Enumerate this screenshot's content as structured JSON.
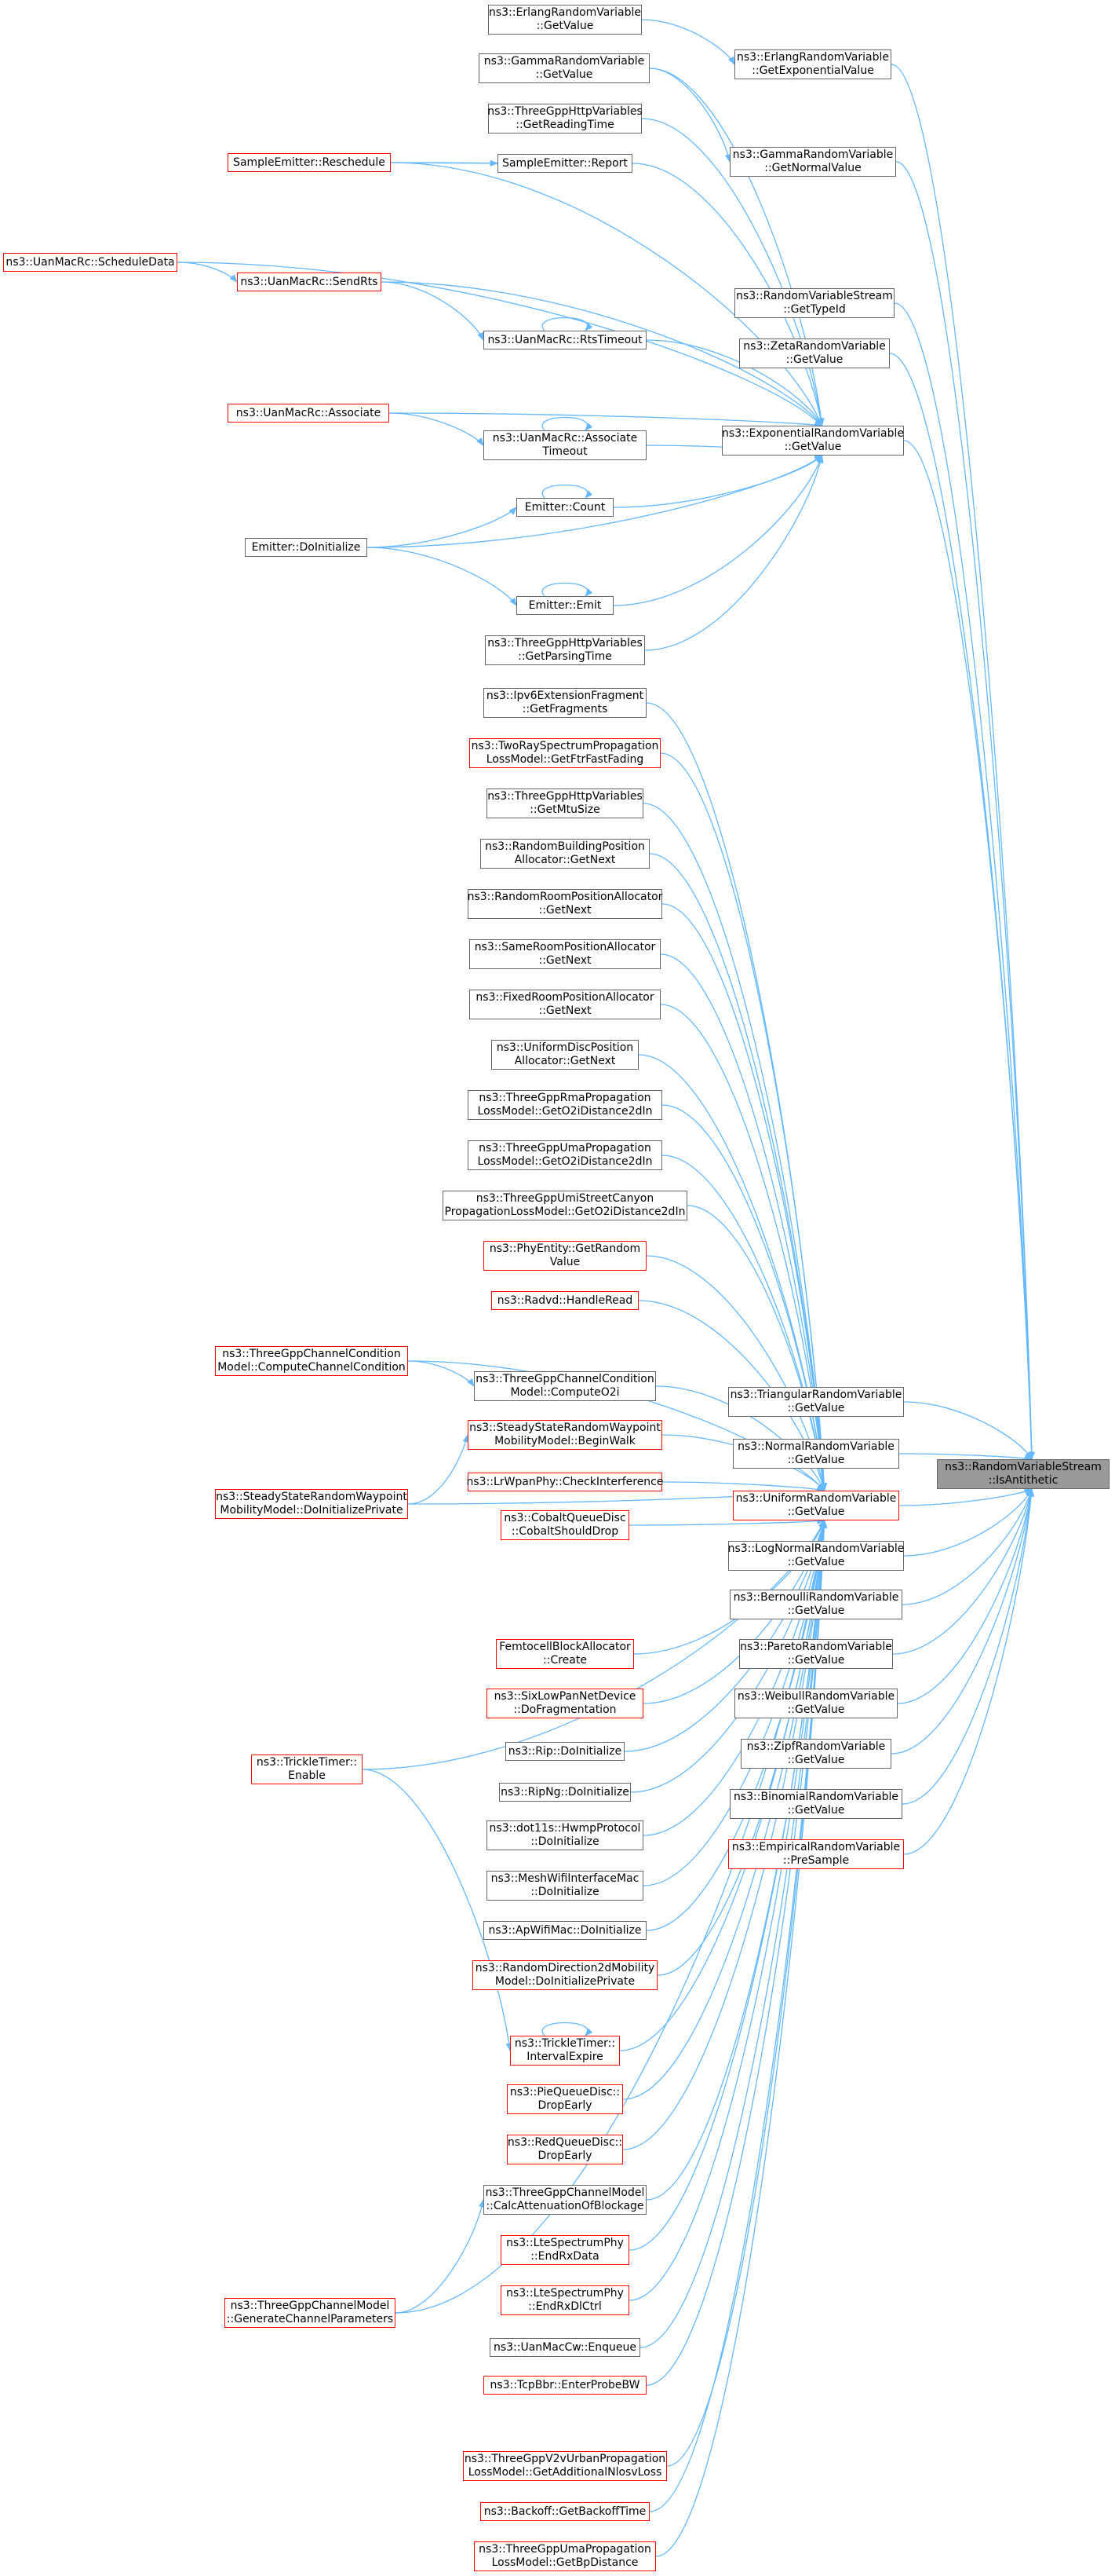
{
  "colors": {
    "edge": "#63b8ff",
    "node_border": "#666666",
    "node_border_red": "#ff0000",
    "root_fill": "#999999"
  },
  "nodes": [
    {
      "id": "root",
      "lines": [
        "ns3::RandomVariableStream",
        "::IsAntithetic"
      ],
      "style": "root"
    },
    {
      "id": "erlang_gv",
      "lines": [
        "ns3::ErlangRandomVariable",
        "::GetValue"
      ],
      "style": "black"
    },
    {
      "id": "erlang_gev",
      "lines": [
        "ns3::ErlangRandomVariable",
        "::GetExponentialValue"
      ],
      "style": "black"
    },
    {
      "id": "gamma_gv",
      "lines": [
        "ns3::GammaRandomVariable",
        "::GetValue"
      ],
      "style": "black"
    },
    {
      "id": "gamma_gnv",
      "lines": [
        "ns3::GammaRandomVariable",
        "::GetNormalValue"
      ],
      "style": "black"
    },
    {
      "id": "http_reading",
      "lines": [
        "ns3::ThreeGppHttpVariables",
        "::GetReadingTime"
      ],
      "style": "black"
    },
    {
      "id": "se_reschedule",
      "lines": [
        "SampleEmitter::Reschedule"
      ],
      "style": "red"
    },
    {
      "id": "se_report",
      "lines": [
        "SampleEmitter::Report"
      ],
      "style": "black"
    },
    {
      "id": "uan_scheduledata",
      "lines": [
        "ns3::UanMacRc::ScheduleData"
      ],
      "style": "red"
    },
    {
      "id": "uan_sendrts",
      "lines": [
        "ns3::UanMacRc::SendRts"
      ],
      "style": "red"
    },
    {
      "id": "rvs_typeid",
      "lines": [
        "ns3::RandomVariableStream",
        "::GetTypeId"
      ],
      "style": "black"
    },
    {
      "id": "zeta_gv",
      "lines": [
        "ns3::ZetaRandomVariable",
        "::GetValue"
      ],
      "style": "black"
    },
    {
      "id": "uan_rtstimeout",
      "lines": [
        "ns3::UanMacRc::RtsTimeout"
      ],
      "style": "black"
    },
    {
      "id": "uan_associate",
      "lines": [
        "ns3::UanMacRc::Associate"
      ],
      "style": "red"
    },
    {
      "id": "uan_assoc_to",
      "lines": [
        "ns3::UanMacRc::Associate",
        "Timeout"
      ],
      "style": "black"
    },
    {
      "id": "exp_gv",
      "lines": [
        "ns3::ExponentialRandomVariable",
        "::GetValue"
      ],
      "style": "black"
    },
    {
      "id": "emitter_count",
      "lines": [
        "Emitter::Count"
      ],
      "style": "black"
    },
    {
      "id": "emitter_doinit",
      "lines": [
        "Emitter::DoInitialize"
      ],
      "style": "black"
    },
    {
      "id": "emitter_emit",
      "lines": [
        "Emitter::Emit"
      ],
      "style": "black"
    },
    {
      "id": "http_parsing",
      "lines": [
        "ns3::ThreeGppHttpVariables",
        "::GetParsingTime"
      ],
      "style": "black"
    },
    {
      "id": "ipv6_frag",
      "lines": [
        "ns3::Ipv6ExtensionFragment",
        "::GetFragments"
      ],
      "style": "black"
    },
    {
      "id": "tworay",
      "lines": [
        "ns3::TwoRaySpectrumPropagation",
        "LossModel::GetFtrFastFading"
      ],
      "style": "red"
    },
    {
      "id": "http_mtu",
      "lines": [
        "ns3::ThreeGppHttpVariables",
        "::GetMtuSize"
      ],
      "style": "black"
    },
    {
      "id": "rand_bldg",
      "lines": [
        "ns3::RandomBuildingPosition",
        "Allocator::GetNext"
      ],
      "style": "black"
    },
    {
      "id": "rand_room",
      "lines": [
        "ns3::RandomRoomPositionAllocator",
        "::GetNext"
      ],
      "style": "black"
    },
    {
      "id": "same_room",
      "lines": [
        "ns3::SameRoomPositionAllocator",
        "::GetNext"
      ],
      "style": "black"
    },
    {
      "id": "fixed_room",
      "lines": [
        "ns3::FixedRoomPositionAllocator",
        "::GetNext"
      ],
      "style": "black"
    },
    {
      "id": "uniform_disc",
      "lines": [
        "ns3::UniformDiscPosition",
        "Allocator::GetNext"
      ],
      "style": "black"
    },
    {
      "id": "rma_o2i",
      "lines": [
        "ns3::ThreeGppRmaPropagation",
        "LossModel::GetO2iDistance2dIn"
      ],
      "style": "black"
    },
    {
      "id": "uma_o2i",
      "lines": [
        "ns3::ThreeGppUmaPropagation",
        "LossModel::GetO2iDistance2dIn"
      ],
      "style": "black"
    },
    {
      "id": "umi_o2i",
      "lines": [
        "ns3::ThreeGppUmiStreetCanyon",
        "PropagationLossModel::GetO2iDistance2dIn"
      ],
      "style": "black"
    },
    {
      "id": "phy_random",
      "lines": [
        "ns3::PhyEntity::GetRandom",
        "Value"
      ],
      "style": "red"
    },
    {
      "id": "radvd",
      "lines": [
        "ns3::Radvd::HandleRead"
      ],
      "style": "red"
    },
    {
      "id": "chan_cond_compute",
      "lines": [
        "ns3::ThreeGppChannelCondition",
        "Model::ComputeChannelCondition"
      ],
      "style": "red"
    },
    {
      "id": "chan_cond_o2i",
      "lines": [
        "ns3::ThreeGppChannelCondition",
        "Model::ComputeO2i"
      ],
      "style": "black"
    },
    {
      "id": "tri_gv",
      "lines": [
        "ns3::TriangularRandomVariable",
        "::GetValue"
      ],
      "style": "black"
    },
    {
      "id": "normal_gv",
      "lines": [
        "ns3::NormalRandomVariable",
        "::GetValue"
      ],
      "style": "black"
    },
    {
      "id": "ssrw_beginwalk",
      "lines": [
        "ns3::SteadyStateRandomWaypoint",
        "MobilityModel::BeginWalk"
      ],
      "style": "red"
    },
    {
      "id": "ssrw_doinit",
      "lines": [
        "ns3::SteadyStateRandomWaypoint",
        "MobilityModel::DoInitializePrivate"
      ],
      "style": "red"
    },
    {
      "id": "lrwpan",
      "lines": [
        "ns3::LrWpanPhy::CheckInterference"
      ],
      "style": "red"
    },
    {
      "id": "uniform_gv",
      "lines": [
        "ns3::UniformRandomVariable",
        "::GetValue"
      ],
      "style": "red"
    },
    {
      "id": "cobalt",
      "lines": [
        "ns3::CobaltQueueDisc",
        "::CobaltShouldDrop"
      ],
      "style": "red"
    },
    {
      "id": "lognormal_gv",
      "lines": [
        "ns3::LogNormalRandomVariable",
        "::GetValue"
      ],
      "style": "black"
    },
    {
      "id": "bernoulli_gv",
      "lines": [
        "ns3::BernoulliRandomVariable",
        "::GetValue"
      ],
      "style": "black"
    },
    {
      "id": "femto",
      "lines": [
        "FemtocellBlockAllocator",
        "::Create"
      ],
      "style": "red"
    },
    {
      "id": "pareto_gv",
      "lines": [
        "ns3::ParetoRandomVariable",
        "::GetValue"
      ],
      "style": "black"
    },
    {
      "id": "sixlowpan",
      "lines": [
        "ns3::SixLowPanNetDevice",
        "::DoFragmentation"
      ],
      "style": "red"
    },
    {
      "id": "weibull_gv",
      "lines": [
        "ns3::WeibullRandomVariable",
        "::GetValue"
      ],
      "style": "black"
    },
    {
      "id": "trickle_enable",
      "lines": [
        "ns3::TrickleTimer::",
        "Enable"
      ],
      "style": "red"
    },
    {
      "id": "rip_doinit",
      "lines": [
        "ns3::Rip::DoInitialize"
      ],
      "style": "black"
    },
    {
      "id": "zipf_gv",
      "lines": [
        "ns3::ZipfRandomVariable",
        "::GetValue"
      ],
      "style": "black"
    },
    {
      "id": "ripng_doinit",
      "lines": [
        "ns3::RipNg::DoInitialize"
      ],
      "style": "black"
    },
    {
      "id": "binomial_gv",
      "lines": [
        "ns3::BinomialRandomVariable",
        "::GetValue"
      ],
      "style": "black"
    },
    {
      "id": "hwmp_doinit",
      "lines": [
        "ns3::dot11s::HwmpProtocol",
        "::DoInitialize"
      ],
      "style": "black"
    },
    {
      "id": "empirical_presample",
      "lines": [
        "ns3::EmpiricalRandomVariable",
        "::PreSample"
      ],
      "style": "red"
    },
    {
      "id": "meshwifi_doinit",
      "lines": [
        "ns3::MeshWifiInterfaceMac",
        "::DoInitialize"
      ],
      "style": "black"
    },
    {
      "id": "apwifi_doinit",
      "lines": [
        "ns3::ApWifiMac::DoInitialize"
      ],
      "style": "black"
    },
    {
      "id": "randdir2d",
      "lines": [
        "ns3::RandomDirection2dMobility",
        "Model::DoInitializePrivate"
      ],
      "style": "red"
    },
    {
      "id": "trickle_interval",
      "lines": [
        "ns3::TrickleTimer::",
        "IntervalExpire"
      ],
      "style": "red"
    },
    {
      "id": "pie_drop",
      "lines": [
        "ns3::PieQueueDisc::",
        "DropEarly"
      ],
      "style": "red"
    },
    {
      "id": "red_drop",
      "lines": [
        "ns3::RedQueueDisc::",
        "DropEarly"
      ],
      "style": "red"
    },
    {
      "id": "chan_blockage",
      "lines": [
        "ns3::ThreeGppChannelModel",
        "::CalcAttenuationOfBlockage"
      ],
      "style": "black"
    },
    {
      "id": "lte_endrxdata",
      "lines": [
        "ns3::LteSpectrumPhy",
        "::EndRxData"
      ],
      "style": "red"
    },
    {
      "id": "lte_endrxdlctrl",
      "lines": [
        "ns3::LteSpectrumPhy",
        "::EndRxDlCtrl"
      ],
      "style": "red"
    },
    {
      "id": "chan_genparams",
      "lines": [
        "ns3::ThreeGppChannelModel",
        "::GenerateChannelParameters"
      ],
      "style": "red"
    },
    {
      "id": "uanmaccw",
      "lines": [
        "ns3::UanMacCw::Enqueue"
      ],
      "style": "black"
    },
    {
      "id": "tcpbbr",
      "lines": [
        "ns3::TcpBbr::EnterProbeBW"
      ],
      "style": "red"
    },
    {
      "id": "v2v_nlosv",
      "lines": [
        "ns3::ThreeGppV2vUrbanPropagation",
        "LossModel::GetAdditionalNlosvLoss"
      ],
      "style": "red"
    },
    {
      "id": "backoff",
      "lines": [
        "ns3::Backoff::GetBackoffTime"
      ],
      "style": "red"
    },
    {
      "id": "uma_bp",
      "lines": [
        "ns3::ThreeGppUmaPropagation",
        "LossModel::GetBpDistance"
      ],
      "style": "red"
    }
  ],
  "edges": [
    [
      "erlang_gv",
      "erlang_gev"
    ],
    [
      "erlang_gev",
      "root"
    ],
    [
      "gamma_gv",
      "gamma_gnv"
    ],
    [
      "gamma_gnv",
      "root"
    ],
    [
      "rvs_typeid",
      "root"
    ],
    [
      "zeta_gv",
      "root"
    ],
    [
      "exp_gv",
      "root"
    ],
    [
      "tri_gv",
      "root"
    ],
    [
      "normal_gv",
      "root"
    ],
    [
      "uniform_gv",
      "root"
    ],
    [
      "lognormal_gv",
      "root"
    ],
    [
      "bernoulli_gv",
      "root"
    ],
    [
      "pareto_gv",
      "root"
    ],
    [
      "weibull_gv",
      "root"
    ],
    [
      "zipf_gv",
      "root"
    ],
    [
      "binomial_gv",
      "root"
    ],
    [
      "empirical_presample",
      "root"
    ],
    [
      "gamma_gv",
      "exp_gv"
    ],
    [
      "http_reading",
      "exp_gv"
    ],
    [
      "se_report",
      "exp_gv"
    ],
    [
      "se_reschedule",
      "exp_gv"
    ],
    [
      "uan_scheduledata",
      "exp_gv"
    ],
    [
      "uan_sendrts",
      "exp_gv"
    ],
    [
      "uan_rtstimeout",
      "exp_gv"
    ],
    [
      "uan_associate",
      "exp_gv"
    ],
    [
      "uan_assoc_to",
      "exp_gv"
    ],
    [
      "emitter_count",
      "exp_gv"
    ],
    [
      "emitter_doinit",
      "exp_gv"
    ],
    [
      "emitter_emit",
      "exp_gv"
    ],
    [
      "http_parsing",
      "exp_gv"
    ],
    [
      "se_report",
      "se_reschedule"
    ],
    [
      "se_reschedule",
      "se_report"
    ],
    [
      "uan_scheduledata",
      "uan_sendrts"
    ],
    [
      "uan_sendrts",
      "uan_rtstimeout"
    ],
    [
      "uan_rtstimeout",
      "uan_rtstimeout"
    ],
    [
      "uan_associate",
      "uan_assoc_to"
    ],
    [
      "uan_assoc_to",
      "uan_assoc_to"
    ],
    [
      "emitter_count",
      "emitter_count"
    ],
    [
      "emitter_doinit",
      "emitter_count"
    ],
    [
      "emitter_doinit",
      "emitter_emit"
    ],
    [
      "emitter_emit",
      "emitter_emit"
    ],
    [
      "ipv6_frag",
      "uniform_gv"
    ],
    [
      "tworay",
      "uniform_gv"
    ],
    [
      "http_mtu",
      "uniform_gv"
    ],
    [
      "rand_bldg",
      "uniform_gv"
    ],
    [
      "rand_room",
      "uniform_gv"
    ],
    [
      "same_room",
      "uniform_gv"
    ],
    [
      "fixed_room",
      "uniform_gv"
    ],
    [
      "uniform_disc",
      "uniform_gv"
    ],
    [
      "rma_o2i",
      "uniform_gv"
    ],
    [
      "uma_o2i",
      "uniform_gv"
    ],
    [
      "umi_o2i",
      "uniform_gv"
    ],
    [
      "phy_random",
      "uniform_gv"
    ],
    [
      "radvd",
      "uniform_gv"
    ],
    [
      "chan_cond_compute",
      "uniform_gv"
    ],
    [
      "chan_cond_o2i",
      "uniform_gv"
    ],
    [
      "ssrw_beginwalk",
      "uniform_gv"
    ],
    [
      "ssrw_doinit",
      "uniform_gv"
    ],
    [
      "lrwpan",
      "uniform_gv"
    ],
    [
      "cobalt",
      "uniform_gv"
    ],
    [
      "femto",
      "uniform_gv"
    ],
    [
      "sixlowpan",
      "uniform_gv"
    ],
    [
      "trickle_enable",
      "uniform_gv"
    ],
    [
      "rip_doinit",
      "uniform_gv"
    ],
    [
      "ripng_doinit",
      "uniform_gv"
    ],
    [
      "hwmp_doinit",
      "uniform_gv"
    ],
    [
      "meshwifi_doinit",
      "uniform_gv"
    ],
    [
      "apwifi_doinit",
      "uniform_gv"
    ],
    [
      "randdir2d",
      "uniform_gv"
    ],
    [
      "trickle_interval",
      "uniform_gv"
    ],
    [
      "pie_drop",
      "uniform_gv"
    ],
    [
      "red_drop",
      "uniform_gv"
    ],
    [
      "chan_blockage",
      "uniform_gv"
    ],
    [
      "lte_endrxdata",
      "uniform_gv"
    ],
    [
      "lte_endrxdlctrl",
      "uniform_gv"
    ],
    [
      "chan_genparams",
      "uniform_gv"
    ],
    [
      "uanmaccw",
      "uniform_gv"
    ],
    [
      "tcpbbr",
      "uniform_gv"
    ],
    [
      "v2v_nlosv",
      "uniform_gv"
    ],
    [
      "backoff",
      "uniform_gv"
    ],
    [
      "uma_bp",
      "uniform_gv"
    ],
    [
      "chan_cond_compute",
      "chan_cond_o2i"
    ],
    [
      "ssrw_doinit",
      "ssrw_beginwalk"
    ],
    [
      "trickle_enable",
      "trickle_interval"
    ],
    [
      "trickle_interval",
      "trickle_interval"
    ],
    [
      "chan_genparams",
      "chan_blockage"
    ]
  ]
}
